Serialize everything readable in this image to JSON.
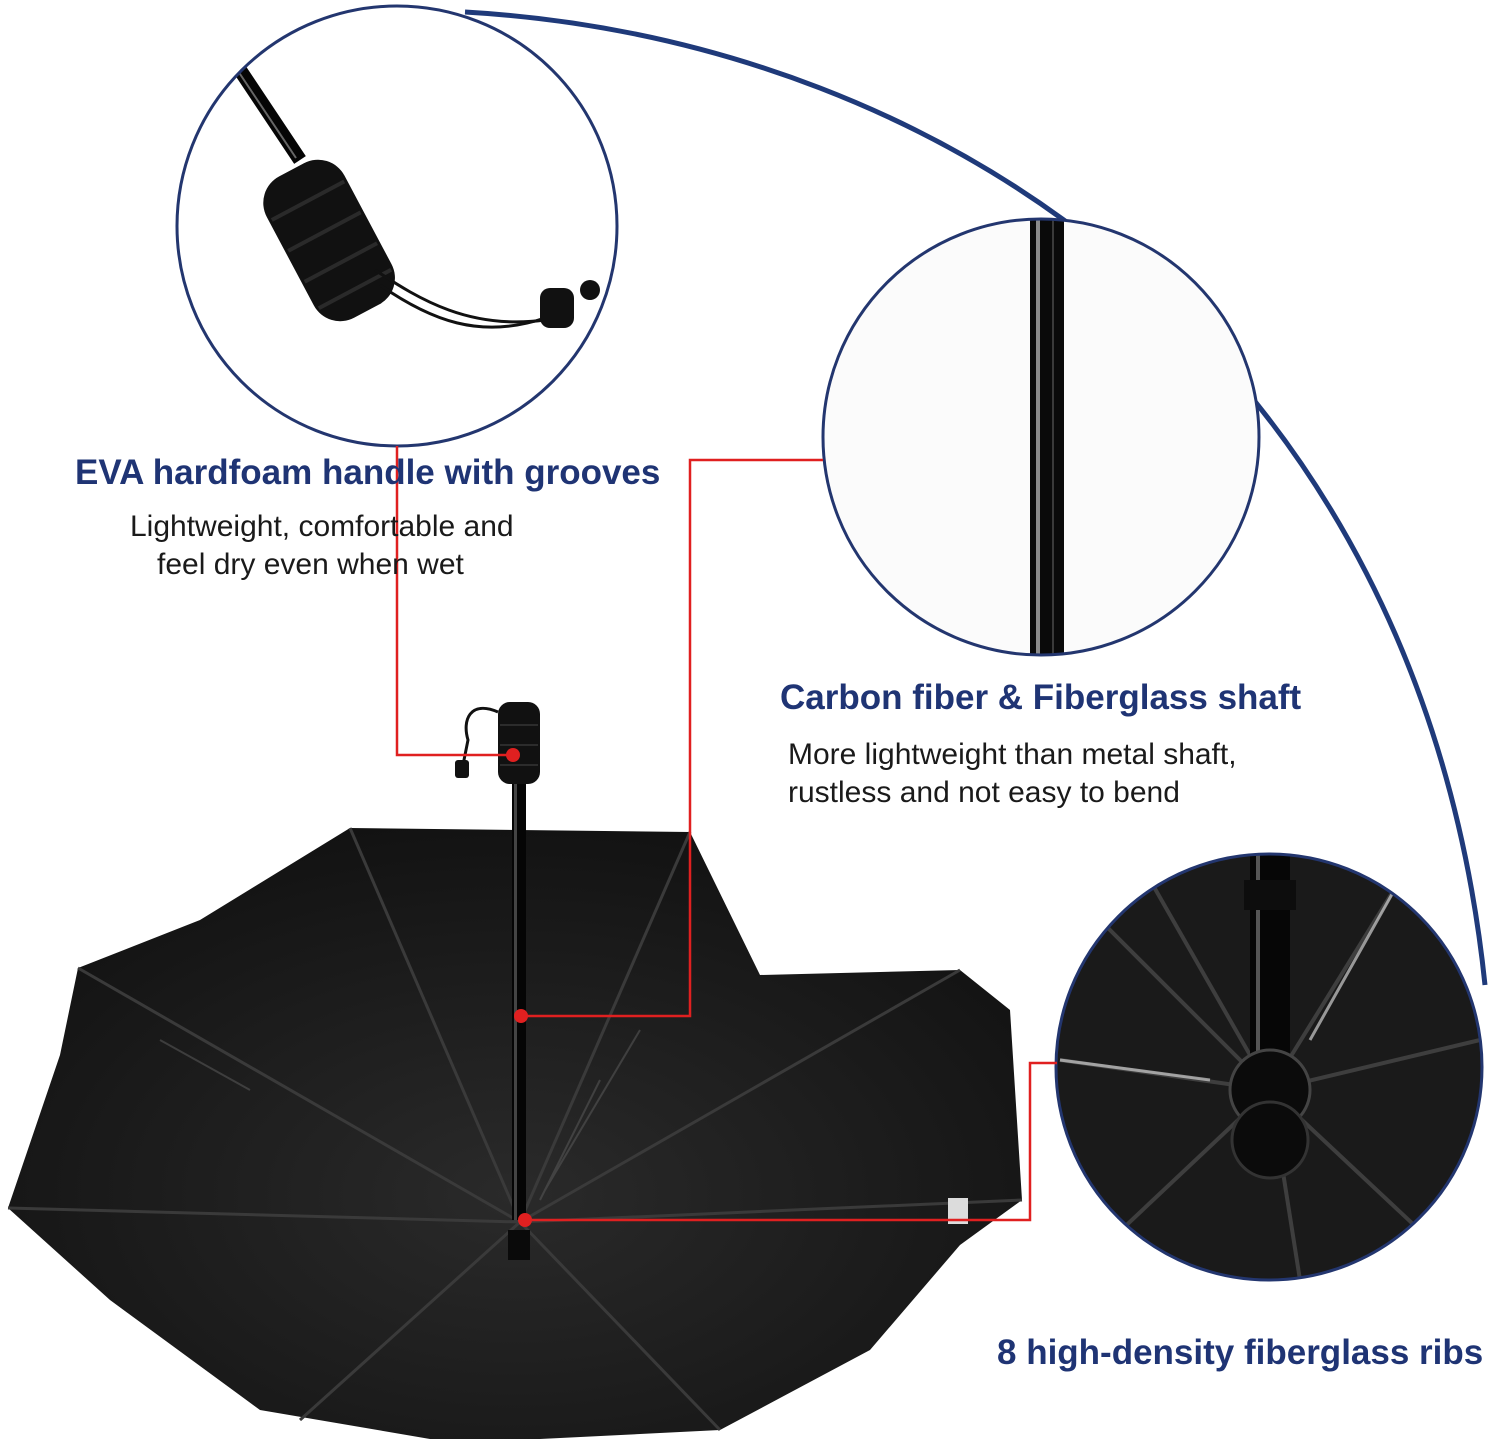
{
  "colors": {
    "title_blue": "#1f3474",
    "arc_blue": "#1f3a7a",
    "pointer_red": "#e02020",
    "canopy": "#161616",
    "circle_border": "#23366f"
  },
  "features": [
    {
      "title": "EVA hardfoam handle with grooves",
      "description_lines": [
        "Lightweight, comfortable and",
        "feel dry even when wet"
      ]
    },
    {
      "title": "Carbon fiber & Fiberglass shaft",
      "description_lines": [
        "More lightweight than metal shaft,",
        "rustless and not easy to bend"
      ]
    },
    {
      "title": "8 high-density fiberglass ribs",
      "description_lines": []
    }
  ],
  "icons": {
    "handle_detail": "handle-closeup-icon",
    "shaft_detail": "shaft-closeup-icon",
    "ribs_detail": "ribs-closeup-icon",
    "umbrella": "open-umbrella-icon"
  }
}
